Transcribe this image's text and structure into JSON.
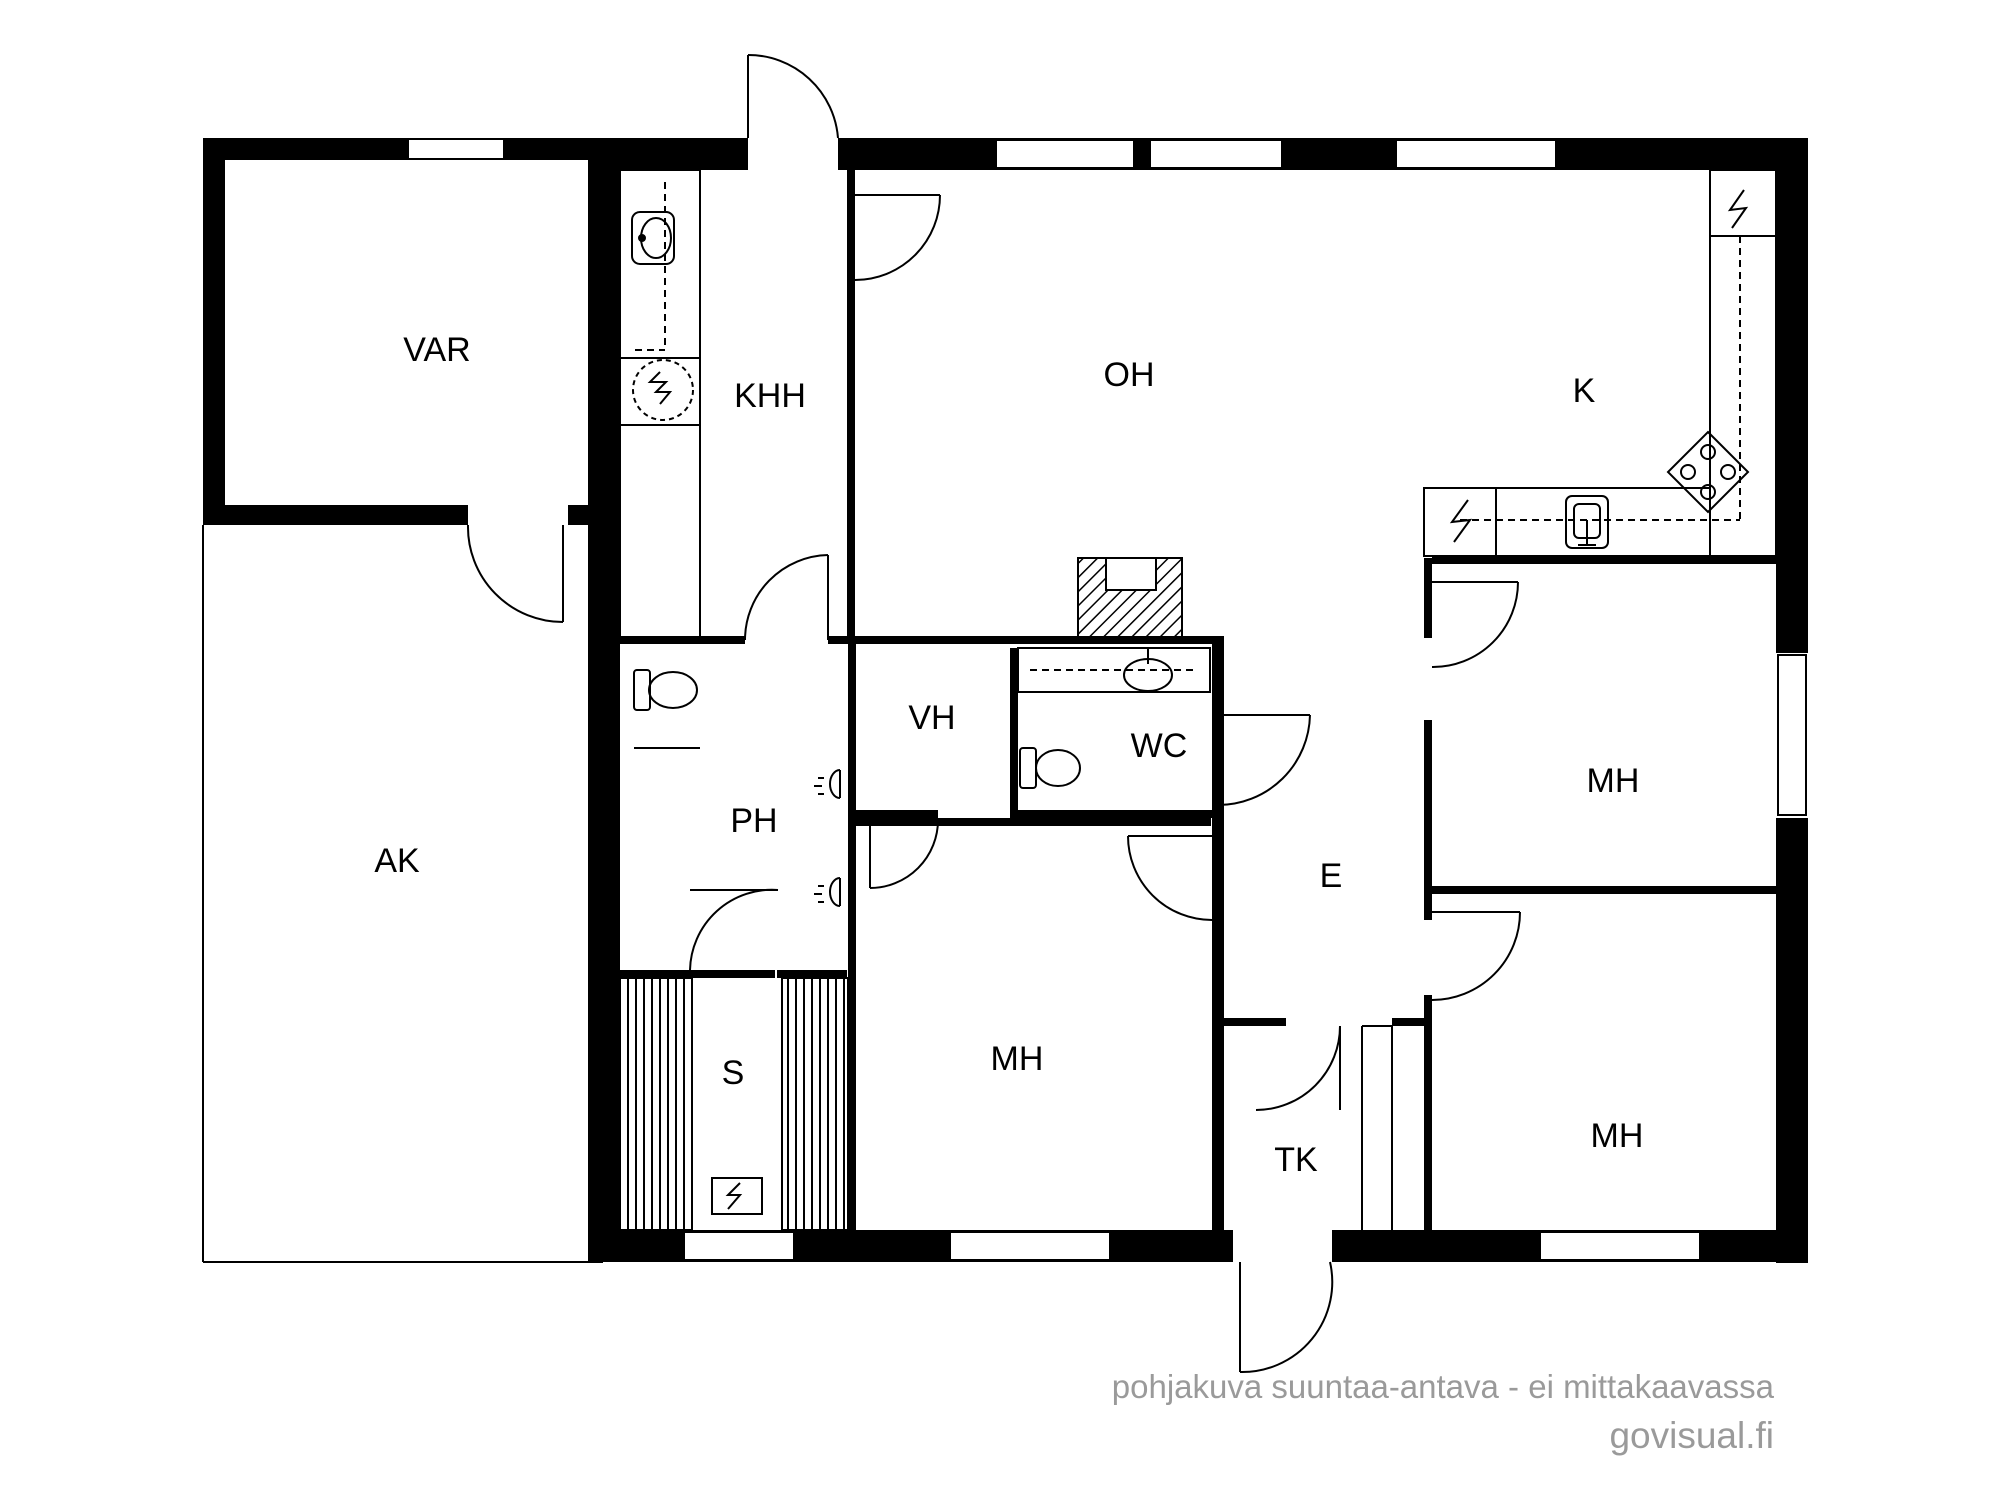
{
  "rooms": {
    "var": "VAR",
    "ak": "AK",
    "khh": "KHH",
    "oh": "OH",
    "k": "K",
    "ph": "PH",
    "vh": "VH",
    "wc": "WC",
    "s": "S",
    "mh_south": "MH",
    "mh_east_upper": "MH",
    "mh_east_lower": "MH",
    "e": "E",
    "tk": "TK"
  },
  "footer": {
    "note": "pohjakuva suuntaa-antava - ei mittakaavassa",
    "site": "govisual.fi"
  },
  "colors": {
    "wall": "#000000",
    "fixture_line": "#000000",
    "footer_text": "#9a9a9a",
    "background": "#ffffff"
  },
  "icons": [
    "toilet-icon",
    "sink-icon",
    "stove-icon",
    "electric-icon",
    "shower-icon",
    "sauna-heater-icon",
    "fireplace-icon",
    "washing-machine-icon"
  ]
}
